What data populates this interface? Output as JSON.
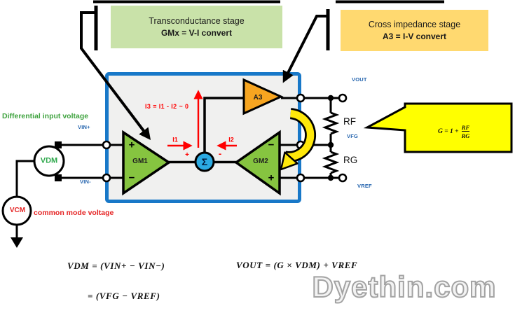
{
  "title_boxes": {
    "transconductance": {
      "line1": "Transconductance stage",
      "line2": "GMx = V-I convert"
    },
    "cross_impedance": {
      "line1": "Cross impedance stage",
      "line2": "A3 = I-V convert"
    }
  },
  "gain_callout": {
    "prefix": "G = 1 +",
    "numerator": "RF",
    "denominator": "RG"
  },
  "block_diagram": {
    "amplifiers": {
      "gm1": "GM1",
      "gm2": "GM2",
      "a3": "A3"
    },
    "summing_node": "Σ",
    "polarity": {
      "gm1_top": "+",
      "gm1_bottom": "−",
      "gm2_top": "−",
      "gm2_bottom": "+",
      "sum_left": "+",
      "sum_right": "-"
    },
    "currents": {
      "i1": "I1",
      "i2": "I2",
      "i3_equation": "I3 = I1 - I2 ~ 0"
    },
    "terminals": {
      "vin_plus": "VIN+",
      "vin_minus": "VIN-",
      "vout": "VOUT",
      "vfg": "VFG",
      "vref": "VREF"
    },
    "resistors": {
      "rf": "RF",
      "rg": "RG"
    },
    "sources": {
      "vdm": "VDM",
      "vcm": "VCM"
    },
    "notes": {
      "differential": "Differential input voltage",
      "common_mode": "common mode voltage"
    }
  },
  "equations": {
    "line1": "VDM = (VIN+ − VIN−)",
    "line2": "= (VFG − VREF)",
    "line3": "VOUT = (G × VDM) + VREF"
  },
  "watermark": "Dyethin.com",
  "colors": {
    "box_border_blue": "#1878C8",
    "amplifier_green": "#86C440",
    "amplifier_orange": "#F7A520",
    "sum_node_blue": "#2BAAE2",
    "current_red": "#FF0000",
    "terminal_label_blue": "#2464AE",
    "callout_green_bg": "#C9E2A9",
    "callout_orange_bg": "#FFD970",
    "callout_yellow_bg": "#FFFF00",
    "feedback_yellow": "#FFE80A"
  }
}
